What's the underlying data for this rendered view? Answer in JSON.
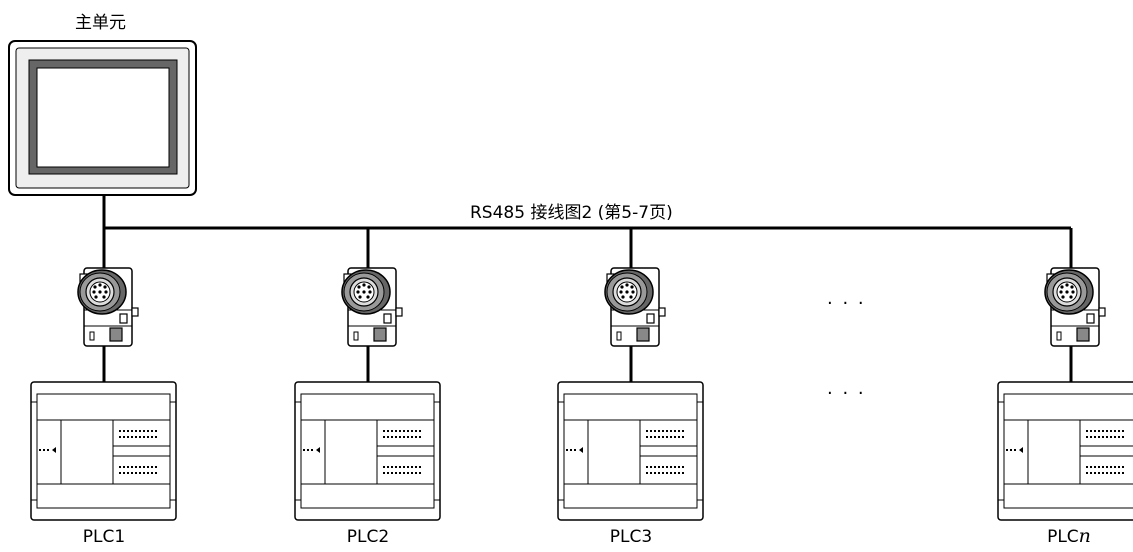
{
  "main_unit": {
    "label": "主单元"
  },
  "bus": {
    "label": "RS485 接线图2 (第5-7页)"
  },
  "ellipsis": "· · ·",
  "plcs": [
    {
      "name": "PLC1",
      "suffix": ""
    },
    {
      "name": "PLC2",
      "suffix": ""
    },
    {
      "name": "PLC3",
      "suffix": ""
    },
    {
      "name": "PLC",
      "suffix": "n"
    }
  ]
}
